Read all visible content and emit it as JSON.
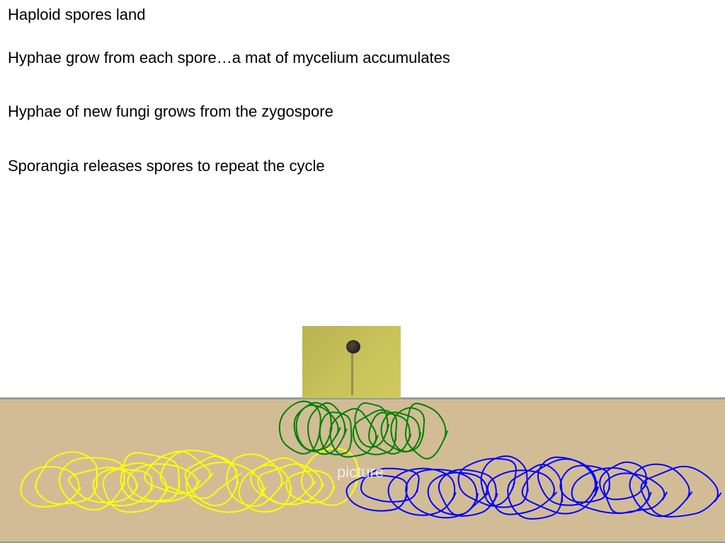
{
  "steps": [
    "Haploid spores land",
    "Hyphae grow from each spore…a mat of mycelium accumulates",
    "Hyphae of new fungi grows from the zygospore",
    "Sporangia releases spores to repeat the cycle"
  ],
  "overlay_label": "picture",
  "colors": {
    "soil": "#d2bc96",
    "soil_border": "#8e9e9b",
    "mycelium_left": "#ffff00",
    "mycelium_right": "#0000ff",
    "zygospore_hyphae": "#008000"
  },
  "icons": {
    "sporangium": "sporangium-photo-icon"
  }
}
